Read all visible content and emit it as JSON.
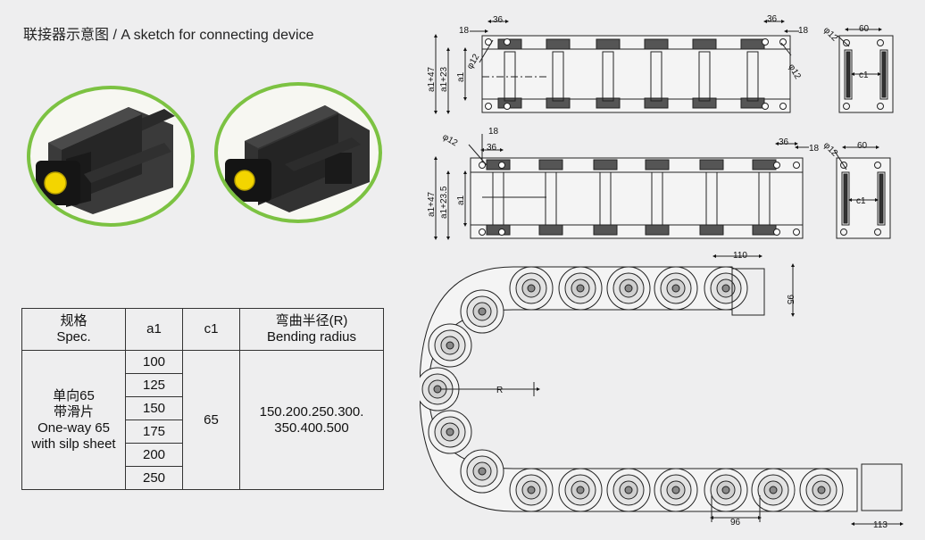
{
  "caption": "联接器示意图 / A sketch for connecting device",
  "table": {
    "headers": {
      "spec_cn": "规格",
      "spec_en": "Spec.",
      "a1": "a1",
      "c1": "c1",
      "radius_cn": "弯曲半径(R)",
      "radius_en": "Bending radius"
    },
    "spec_lines": [
      "单向65",
      "带滑片",
      "One-way 65",
      "with silp sheet"
    ],
    "a1_values": [
      "100",
      "125",
      "150",
      "175",
      "200",
      "250"
    ],
    "c1_value": "65",
    "radius_lines": [
      "150.200.250.300.",
      "350.400.500"
    ]
  },
  "drawing1": {
    "left_18": "18",
    "left_36": "36",
    "left_phi12": "φ12",
    "right_36": "36",
    "right_18": "18",
    "right_phi12": "φ12",
    "a1_plus_47": "a1+47",
    "a1_plus_23": "a1+23",
    "a1": "a1",
    "side_phi12": "φ12",
    "side_60": "60",
    "side_c1": "c1"
  },
  "drawing2": {
    "left_18": "18",
    "left_36": "36",
    "left_phi12": "φ12",
    "right_36": "36",
    "right_18": "18",
    "a1_plus_47": "a1+47",
    "a1_plus_23_5": "a1+23.5",
    "a1": "a1",
    "side_phi12": "φ12",
    "side_60": "60",
    "side_c1": "c1"
  },
  "drawing3": {
    "dim_110": "110",
    "dim_95": "95",
    "dim_r": "R",
    "dim_96": "96",
    "dim_113": "113"
  },
  "colors": {
    "frame": "#7cc242",
    "plate": "#1e1e1e",
    "pin": "#f3d500",
    "background": "#eeeeef"
  }
}
